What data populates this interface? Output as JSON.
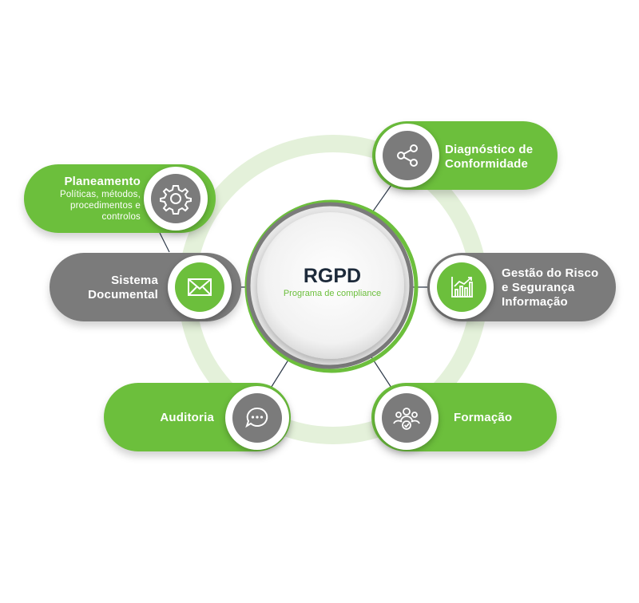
{
  "center": {
    "title": "RGPD",
    "subtitle": "Programa de compliance"
  },
  "nodes": [
    {
      "title": "Planeamento",
      "subtitle_lines": [
        "Políticas, métodos,",
        "procedimentos e",
        "controlos"
      ],
      "icon": "gear-icon",
      "color": "green"
    },
    {
      "title_lines": [
        "Sistema",
        "Documental"
      ],
      "icon": "envelope-icon",
      "color": "gray"
    },
    {
      "title": "Auditoria",
      "icon": "chat-bubble-icon",
      "color": "green"
    },
    {
      "title_lines": [
        "Diagnóstico de",
        "Conformidade"
      ],
      "icon": "share-icon",
      "color": "green"
    },
    {
      "title_lines": [
        "Gestão do Risco",
        "e Segurança",
        "Informação"
      ],
      "icon": "chart-icon",
      "color": "gray"
    },
    {
      "title": "Formação",
      "icon": "people-icon",
      "color": "green"
    }
  ],
  "colors": {
    "green": "#6cbf3c",
    "gray": "#7b7b7b",
    "navy": "#1d2a3a",
    "ring": "#e4f1da"
  }
}
